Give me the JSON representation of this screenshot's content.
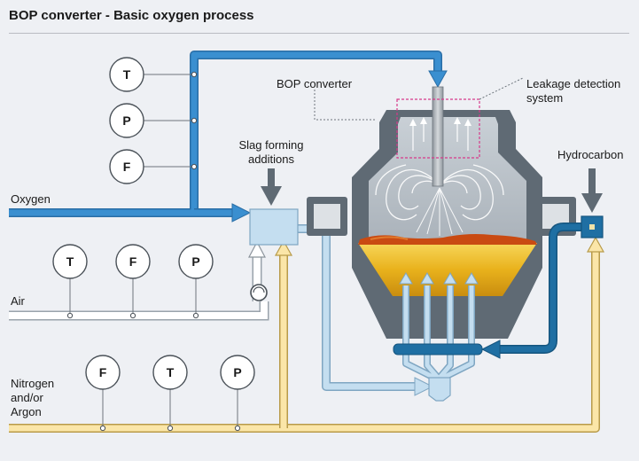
{
  "title": "BOP converter - Basic oxygen process",
  "labels": {
    "bop_converter": "BOP converter",
    "leakage_line1": "Leakage detection",
    "leakage_line2": "system",
    "slag_line1": "Slag forming",
    "slag_line2": "additions",
    "hydrocarbon": "Hydrocarbon",
    "oxygen": "Oxygen",
    "air": "Air",
    "nitrogen_line1": "Nitrogen",
    "nitrogen_line2": "and/or",
    "nitrogen_line3": "Argon"
  },
  "gauges": {
    "oxygen": [
      "T",
      "P",
      "F"
    ],
    "air": [
      "T",
      "F",
      "P"
    ],
    "nitrogen": [
      "F",
      "T",
      "P"
    ]
  },
  "colors": {
    "background": "#eef0f4",
    "oxygen_line": "#3a8fd0",
    "air_line": "#ffffff",
    "inert_gas_line": "#fbe6a8",
    "hydrocarbon_line": "#1f6fa3",
    "converter_shell": "#5f6a74",
    "steel_melt": "#e9b21c",
    "slag": "#c94a12",
    "leakage_box": "#d63a8a"
  }
}
